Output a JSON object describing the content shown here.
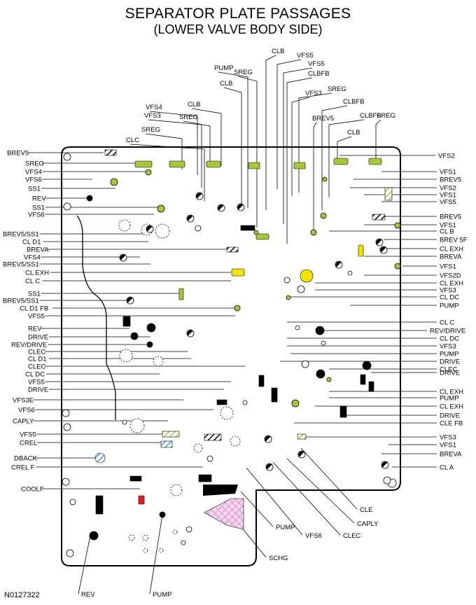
{
  "title": "SEPARATOR PLATE PASSAGES",
  "subtitle": "(LOWER VALVE BODY SIDE)",
  "figure_number": "N0127322",
  "left_labels": [
    "BREV5",
    "SREG",
    "VFS4",
    "VFS6",
    "SS1",
    "REV",
    "SS1",
    "VFS6",
    "BREV5/SS1",
    "CL D1",
    "BREVA",
    "VFS4",
    "BREV5/SS1",
    "CL EXH",
    "CL C",
    "SS1",
    "BREV5/SS1",
    "CL D1 FB",
    "VFS5",
    "REV",
    "DRIVE",
    "REV/DRIVE",
    "CLEC",
    "CL D1",
    "CLEC",
    "CL DC",
    "VFS5",
    "DRIVE",
    "VFS3E",
    "VFS6",
    "CAPLY",
    "VFS5",
    "CREL",
    "DBACK",
    "CREL F",
    "COOLF"
  ],
  "right_labels": [
    "VFS2",
    "VFS1",
    "BREV5",
    "VFS2",
    "VFS1",
    "VFS5",
    "BREV5",
    "VFS1",
    "CL B",
    "BREV 5F",
    "CL EXH",
    "BREVA",
    "VFS1",
    "VFS2D",
    "CL EXH",
    "VFS3",
    "CL DC",
    "PUMP",
    "CL C",
    "REV/DRIVE",
    "CL DC",
    "VFS3",
    "PUMP",
    "DRIVE",
    "CLEC",
    "DRIVE",
    "CL EXH",
    "PUMP",
    "CL EXH",
    "DRIVE",
    "CLE FB",
    "VFS3",
    "VFS1",
    "BREVA",
    "CL A"
  ],
  "top_labels": [
    "CLB",
    "VFS5",
    "VFS5",
    "PUMP",
    "SREG",
    "CLBFB",
    "CLB",
    "SREG",
    "VFS3",
    "CLBFB",
    "BREV5",
    "CLBFB",
    "SREG",
    "CLB",
    "VFS4",
    "CLB",
    "VFS3",
    "SREG",
    "SREG",
    "CLC"
  ],
  "bottom_labels": [
    "CLE",
    "CAPLY",
    "CLEC",
    "VFS6",
    "PUMP",
    "SCHG",
    "REV",
    "PUMP"
  ],
  "colors": {
    "line": "#000000",
    "yellow_green": "#a8c63a",
    "yellow": "#f2e600",
    "red": "#e02020",
    "blue": "#3aa0e0",
    "pink": "#d070b0"
  }
}
